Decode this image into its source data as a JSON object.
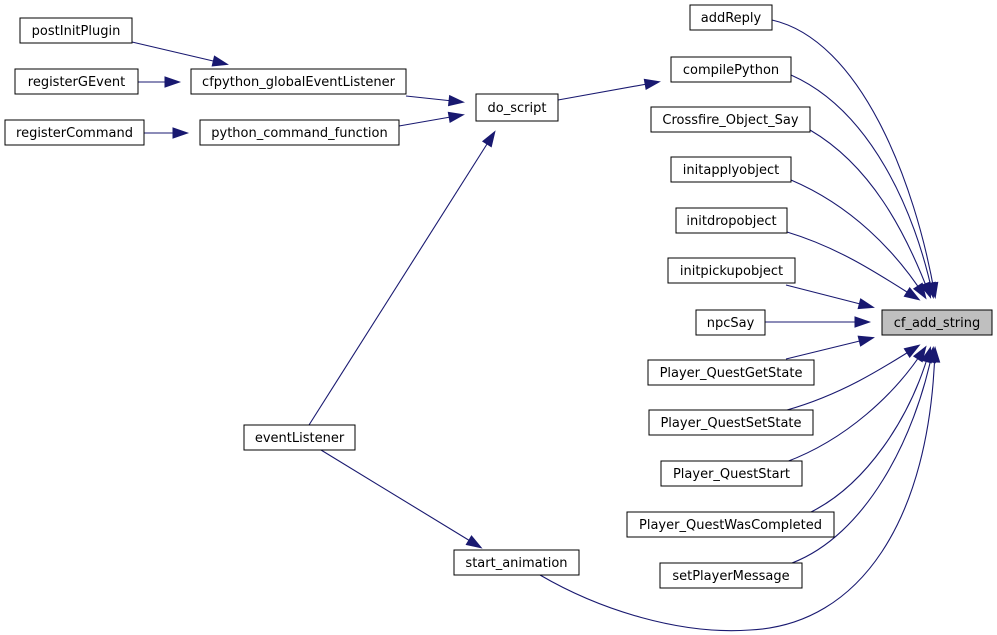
{
  "diagram": {
    "type": "call-graph",
    "colors": {
      "edge": "#191970",
      "node_fill": "#ffffff",
      "focus_fill": "#bfbfbf",
      "border": "#000000"
    },
    "nodes": [
      {
        "id": "postInitPlugin",
        "label": "postInitPlugin"
      },
      {
        "id": "registerGEvent",
        "label": "registerGEvent"
      },
      {
        "id": "registerCommand",
        "label": "registerCommand"
      },
      {
        "id": "cfpython_globalEventListener",
        "label": "cfpython_globalEventListener"
      },
      {
        "id": "python_command_function",
        "label": "python_command_function"
      },
      {
        "id": "do_script",
        "label": "do_script"
      },
      {
        "id": "eventListener",
        "label": "eventListener"
      },
      {
        "id": "start_animation",
        "label": "start_animation"
      },
      {
        "id": "addReply",
        "label": "addReply"
      },
      {
        "id": "compilePython",
        "label": "compilePython"
      },
      {
        "id": "Crossfire_Object_Say",
        "label": "Crossfire_Object_Say"
      },
      {
        "id": "initapplyobject",
        "label": "initapplyobject"
      },
      {
        "id": "initdropobject",
        "label": "initdropobject"
      },
      {
        "id": "initpickupobject",
        "label": "initpickupobject"
      },
      {
        "id": "npcSay",
        "label": "npcSay"
      },
      {
        "id": "Player_QuestGetState",
        "label": "Player_QuestGetState"
      },
      {
        "id": "Player_QuestSetState",
        "label": "Player_QuestSetState"
      },
      {
        "id": "Player_QuestStart",
        "label": "Player_QuestStart"
      },
      {
        "id": "Player_QuestWasCompleted",
        "label": "Player_QuestWasCompleted"
      },
      {
        "id": "setPlayerMessage",
        "label": "setPlayerMessage"
      },
      {
        "id": "cf_add_string",
        "label": "cf_add_string",
        "focus": true
      }
    ],
    "edges": [
      {
        "from": "postInitPlugin",
        "to": "cfpython_globalEventListener"
      },
      {
        "from": "registerGEvent",
        "to": "cfpython_globalEventListener"
      },
      {
        "from": "registerCommand",
        "to": "python_command_function"
      },
      {
        "from": "cfpython_globalEventListener",
        "to": "do_script"
      },
      {
        "from": "python_command_function",
        "to": "do_script"
      },
      {
        "from": "eventListener",
        "to": "do_script"
      },
      {
        "from": "eventListener",
        "to": "start_animation"
      },
      {
        "from": "do_script",
        "to": "compilePython"
      },
      {
        "from": "addReply",
        "to": "cf_add_string"
      },
      {
        "from": "compilePython",
        "to": "cf_add_string"
      },
      {
        "from": "Crossfire_Object_Say",
        "to": "cf_add_string"
      },
      {
        "from": "initapplyobject",
        "to": "cf_add_string"
      },
      {
        "from": "initdropobject",
        "to": "cf_add_string"
      },
      {
        "from": "initpickupobject",
        "to": "cf_add_string"
      },
      {
        "from": "npcSay",
        "to": "cf_add_string"
      },
      {
        "from": "Player_QuestGetState",
        "to": "cf_add_string"
      },
      {
        "from": "Player_QuestSetState",
        "to": "cf_add_string"
      },
      {
        "from": "Player_QuestStart",
        "to": "cf_add_string"
      },
      {
        "from": "Player_QuestWasCompleted",
        "to": "cf_add_string"
      },
      {
        "from": "setPlayerMessage",
        "to": "cf_add_string"
      },
      {
        "from": "start_animation",
        "to": "cf_add_string"
      }
    ]
  }
}
